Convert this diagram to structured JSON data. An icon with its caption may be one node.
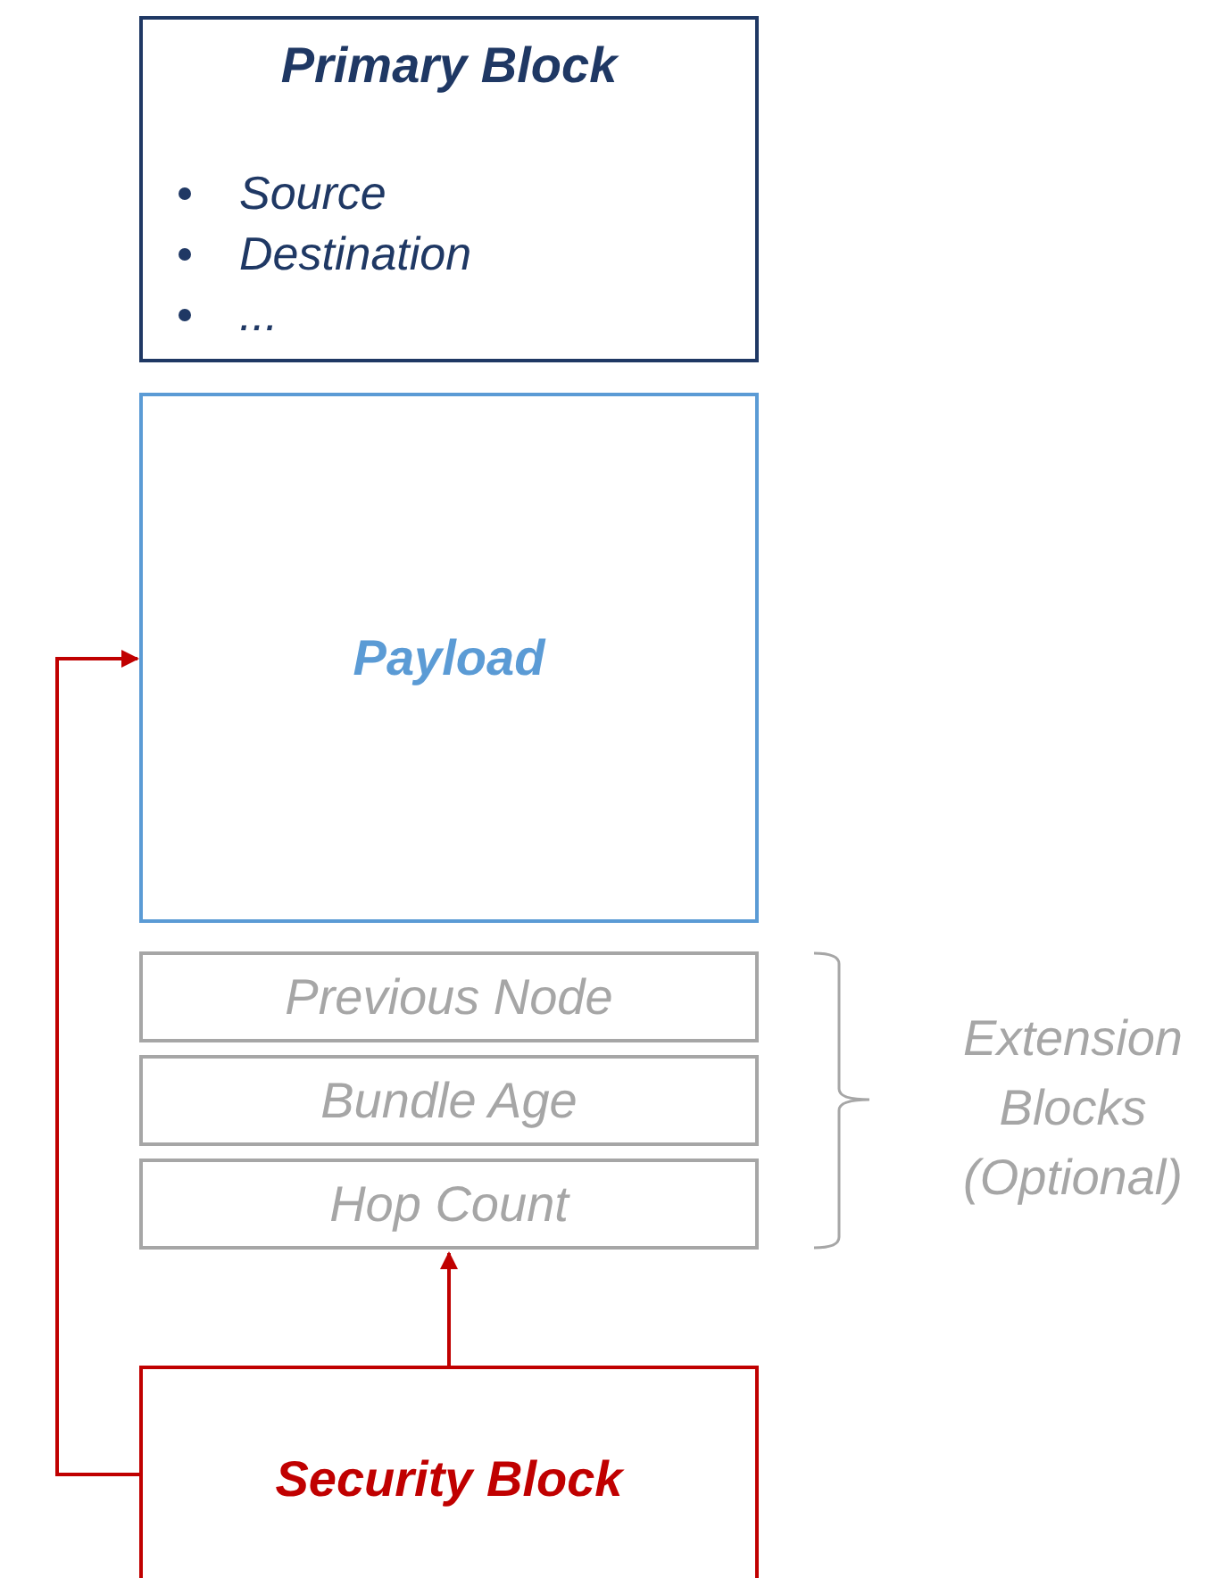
{
  "diagram": {
    "nodes": [
      {
        "text": [
          "Primary Block",
          "Source",
          "Destination",
          "..."
        ]
      },
      {
        "text": [
          "Payload"
        ]
      },
      {
        "text": [
          "Previous Node"
        ]
      },
      {
        "text": [
          "Bundle Age"
        ]
      },
      {
        "text": [
          "Hop Count"
        ]
      },
      {
        "text": [
          "Security Block"
        ]
      }
    ],
    "edges": [
      {
        "from": 5,
        "to": 4,
        "arrow": "to"
      },
      {
        "from": 5,
        "to": 1,
        "arrow": "to"
      }
    ],
    "labels": [
      "Extension Blocks (Optional)"
    ]
  }
}
